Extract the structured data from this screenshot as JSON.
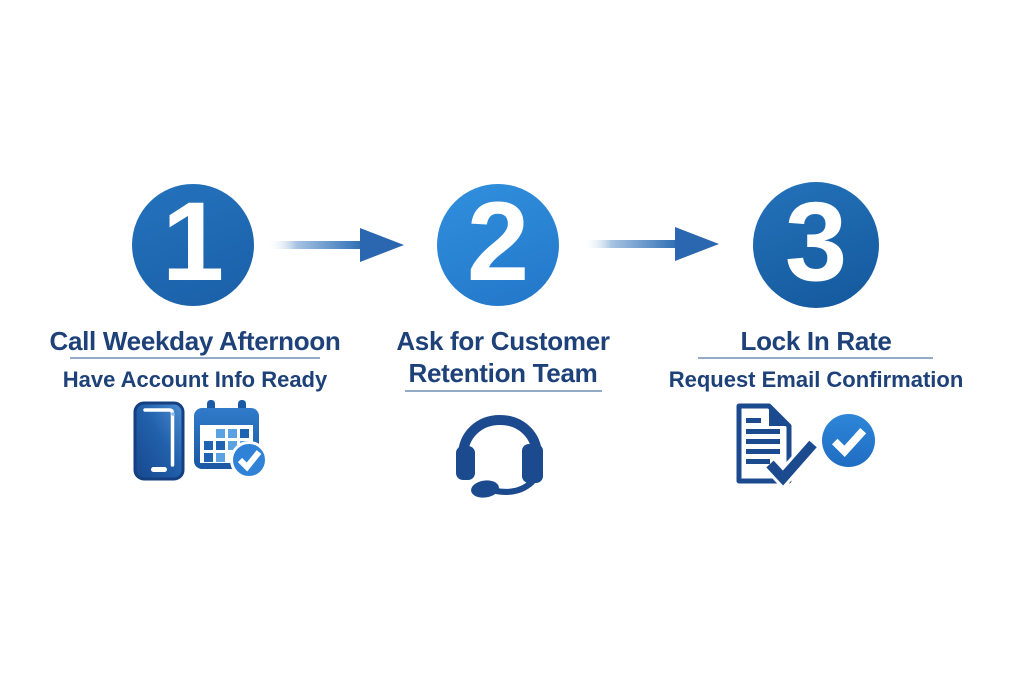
{
  "canvas": {
    "background": "#ffffff"
  },
  "colors": {
    "step1_circle": "#1e69b2",
    "step2_circle": "#2a83d4",
    "step3_circle": "#1b66ad",
    "heading_text": "#1d4178",
    "divider": "#93abc9",
    "icon_navy": "#1c4a8e",
    "icon_bright_blue": "#2a7fd3",
    "arrow_blue": "#2a67b0",
    "number_text": "#ffffff"
  },
  "steps": [
    {
      "number": "1",
      "title": "Call Weekday Afternoon",
      "subtitle": "Have Account Info Ready",
      "icons": [
        "smartphone-icon",
        "calendar-check-icon"
      ]
    },
    {
      "number": "2",
      "title": "Ask for Customer Retention Team",
      "subtitle": "",
      "icons": [
        "headset-icon"
      ]
    },
    {
      "number": "3",
      "title": "Lock In Rate",
      "subtitle": "Request Email Confirmation",
      "icons": [
        "document-check-icon",
        "check-circle-icon"
      ]
    }
  ],
  "arrows": [
    {
      "from": "step-1",
      "to": "step-2"
    },
    {
      "from": "step-2",
      "to": "step-3"
    }
  ]
}
